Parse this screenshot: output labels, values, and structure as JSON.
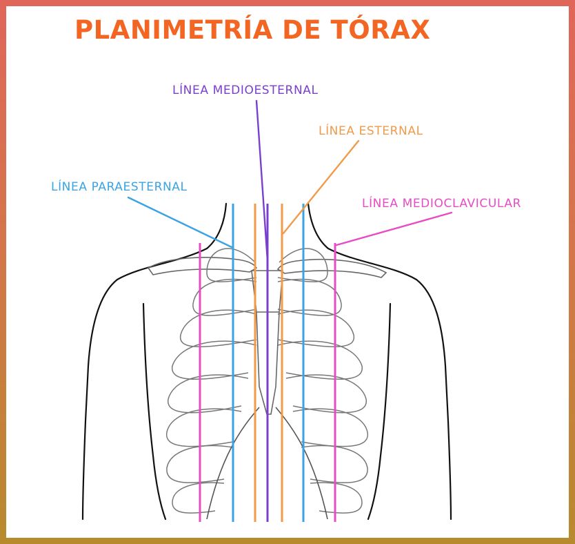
{
  "title": "PLANIMETRÍA DE TÓRAX",
  "colors": {
    "title": "#f26522",
    "medioesternal": "#7a3fcf",
    "esternal": "#f09a4a",
    "paraesternal": "#3aa3e3",
    "medioclavicular": "#e64cc5",
    "outline": "#111111",
    "ribs": "#777777"
  },
  "labels": {
    "medioesternal": "LÍNEA MEDIOESTERNAL",
    "esternal": "LÍNEA ESTERNAL",
    "paraesternal": "LÍNEA PARAESTERNAL",
    "medioclavicular": "LÍNEA MEDIOCLAVICULAR"
  }
}
